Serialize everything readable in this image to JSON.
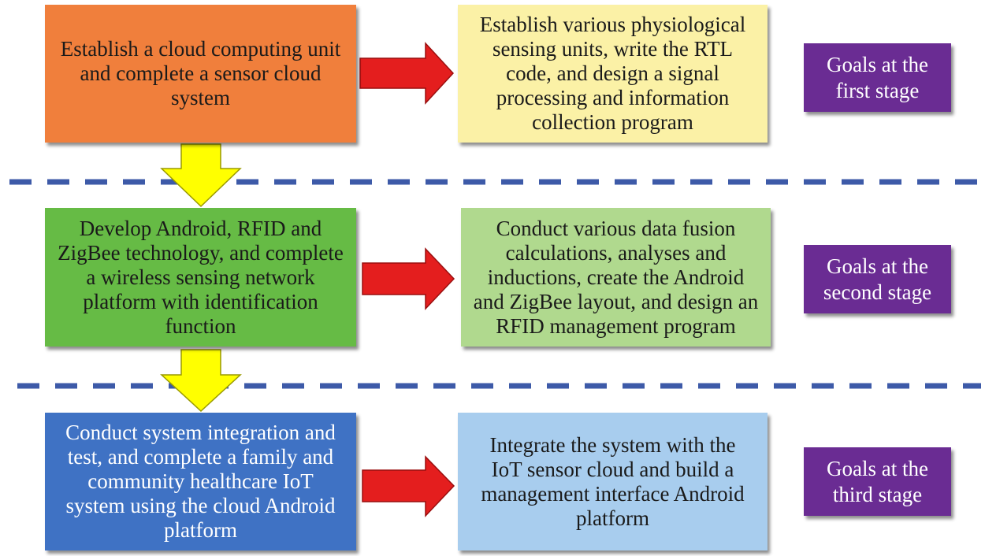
{
  "colors": {
    "stage1_left": "#f07f3c",
    "stage1_right": "#fbf1a6",
    "stage2_left": "#66bb45",
    "stage2_right": "#b0d98e",
    "stage3_left": "#3f72c4",
    "stage3_right": "#a8cdee",
    "goal": "#6a2c93",
    "right_arrow": "#e41e1e",
    "down_arrow": "#ffff00",
    "divider": "#3d5aa8"
  },
  "stages": [
    {
      "left_text": "Establish a cloud computing unit and complete a sensor cloud system",
      "right_text": "Establish various physiological sensing units, write the RTL code, and design a signal processing and information collection program",
      "goal_text": "Goals at the first stage"
    },
    {
      "left_text": "Develop Android, RFID and ZigBee technology, and complete a wireless sensing network platform with identification function",
      "right_text": "Conduct various data fusion calculations, analyses and inductions, create the Android and ZigBee layout, and design an RFID management program",
      "goal_text": "Goals at the second stage"
    },
    {
      "left_text": "Conduct system integration and test, and complete a family and community healthcare IoT system using the cloud Android platform",
      "right_text": "Integrate the system with the IoT sensor cloud and build a management interface Android platform",
      "goal_text": "Goals at the third stage"
    }
  ]
}
